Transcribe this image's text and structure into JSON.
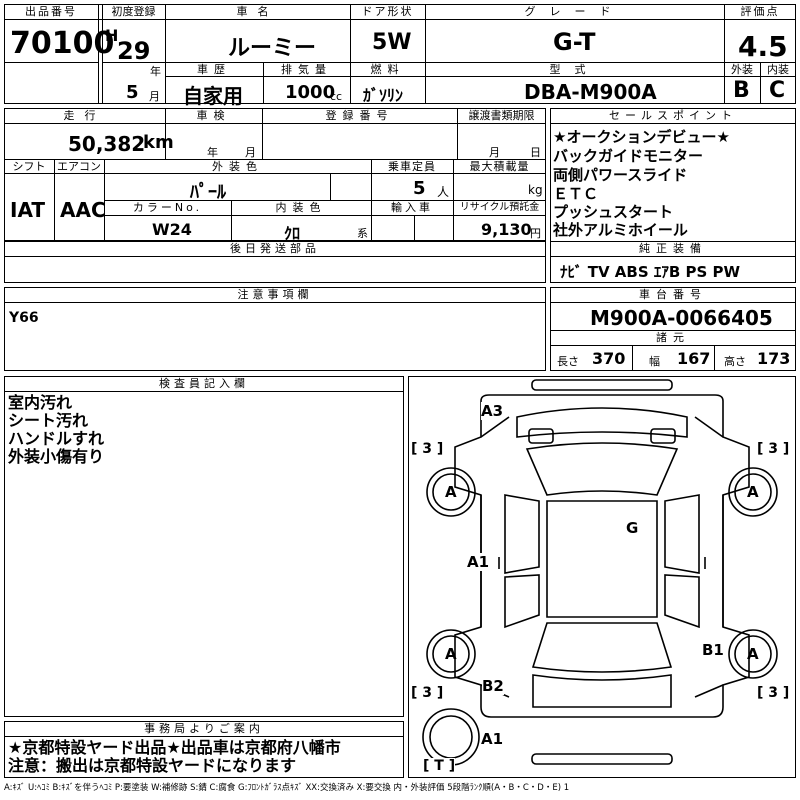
{
  "header_labels": {
    "lot": "出品番号",
    "first_reg": "初度登録",
    "car_name": "車名",
    "door": "ドア形状",
    "grade": "グレード",
    "score": "評価点",
    "history": "車歴",
    "displacement": "排気量",
    "fuel": "燃料",
    "model_code": "型式",
    "exterior": "外装",
    "interior": "内装",
    "mileage": "走行",
    "inspection": "車検",
    "reg_no": "登録番号",
    "transfer_deadline": "譲渡書類期限",
    "sales_points": "セールスポイント",
    "shift": "シフト",
    "aircon": "エアコン",
    "ext_color": "外装色",
    "capacity": "乗車定員",
    "max_load": "最大積載量",
    "color_no": "カラーNo.",
    "int_color": "内装色",
    "import": "輸入車",
    "recycle": "リサイクル預託金",
    "later_parts": "後日発送部品",
    "std_equip": "純正装備",
    "notes": "注意事項欄",
    "chassis_no": "車台番号",
    "specs": "諸元",
    "inspector": "検査員記入欄",
    "office": "事務局よりご案内"
  },
  "lot_no": "70100",
  "era": "H",
  "year": "29",
  "year_unit": "年",
  "month": "5",
  "month_unit": "月",
  "car_name": "ルーミー",
  "door": "5W",
  "grade": "G-T",
  "score": "4.5",
  "history": "自家用",
  "displacement": "1000",
  "displacement_unit": "cc",
  "fuel": "ｶﾞｿﾘﾝ",
  "model_code": "DBA-M900A",
  "exterior_grade": "B",
  "interior_grade": "C",
  "mileage": "50,382",
  "mileage_unit": "km",
  "insp_year_unit": "年",
  "insp_month_unit": "月",
  "deadline_month_unit": "月",
  "deadline_day_unit": "日",
  "sales_points": [
    "★オークションデビュー★",
    "バックガイドモニター",
    "両側パワースライド",
    "ＥＴＣ",
    "プッシュスタート",
    "社外アルミホイール"
  ],
  "shift": "IAT",
  "aircon": "AAC",
  "ext_color": "ﾊﾟｰﾙ",
  "capacity": "5",
  "capacity_unit": "人",
  "max_load_unit": "kg",
  "color_no": "W24",
  "int_color": "ｸﾛ",
  "int_color_unit": "系",
  "recycle": "9,130",
  "recycle_unit": "円",
  "std_equip": "ﾅﾋﾞ TV ABS ｴｱB PS PW",
  "notes": "Y66",
  "chassis_no": "M900A-0066405",
  "spec_len_label": "長さ",
  "spec_len": "370",
  "spec_wid_label": "幅",
  "spec_wid": "167",
  "spec_hgt_label": "高さ",
  "spec_hgt": "173",
  "inspector_notes": [
    "室内汚れ",
    "シート汚れ",
    "ハンドルすれ",
    "外装小傷有り"
  ],
  "office_notes": [
    "★京都特設ヤード出品★出品車は京都府八幡市",
    "注意：搬出は京都特設ヤードになります"
  ],
  "diagram_marks": {
    "a3": "A3",
    "tire": "A",
    "g": "G",
    "a1_left": "A1",
    "b1_right": "B1",
    "b2": "B2",
    "a1_rear": "A1",
    "bracket3": "[ 3 ]",
    "bracketT": "[ T ]"
  },
  "legend": "A:ｷｽﾞ U:ﾍｺﾐ B:ｷｽﾞを伴うﾍｺﾐ P:要塗装 W:補修跡 S:錆 C:腐食 G:ﾌﾛﾝﾄｶﾞﾗｽ点ｷｽﾞ XX:交換済み X:要交換 内・外装評価 5段階ﾗﾝｸ順(A・B・C・D・E) 1"
}
